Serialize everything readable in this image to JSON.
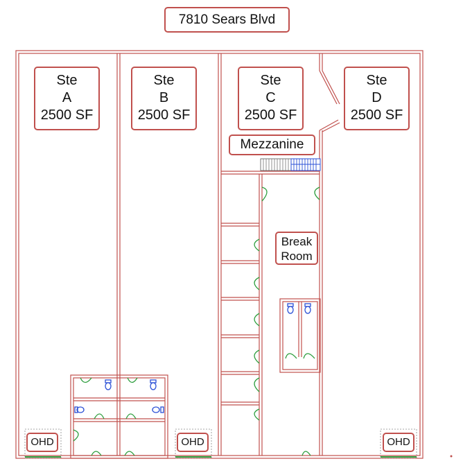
{
  "title": "7810 Sears Blvd",
  "suites": [
    {
      "word": "Ste",
      "letter": "A",
      "size": "2500 SF"
    },
    {
      "word": "Ste",
      "letter": "B",
      "size": "2500 SF"
    },
    {
      "word": "Ste",
      "letter": "C",
      "size": "2500 SF"
    },
    {
      "word": "Ste",
      "letter": "D",
      "size": "2500 SF"
    }
  ],
  "mezzanine": "Mezzanine",
  "break_room": {
    "line1": "Break",
    "line2": "Room"
  },
  "ohd_doors": [
    "OHD",
    "OHD",
    "OHD"
  ],
  "colors": {
    "wall": "#c0504d",
    "door": "#2e9e3e",
    "fixture": "#2a4fd6",
    "stair": "#2a4fd6"
  }
}
